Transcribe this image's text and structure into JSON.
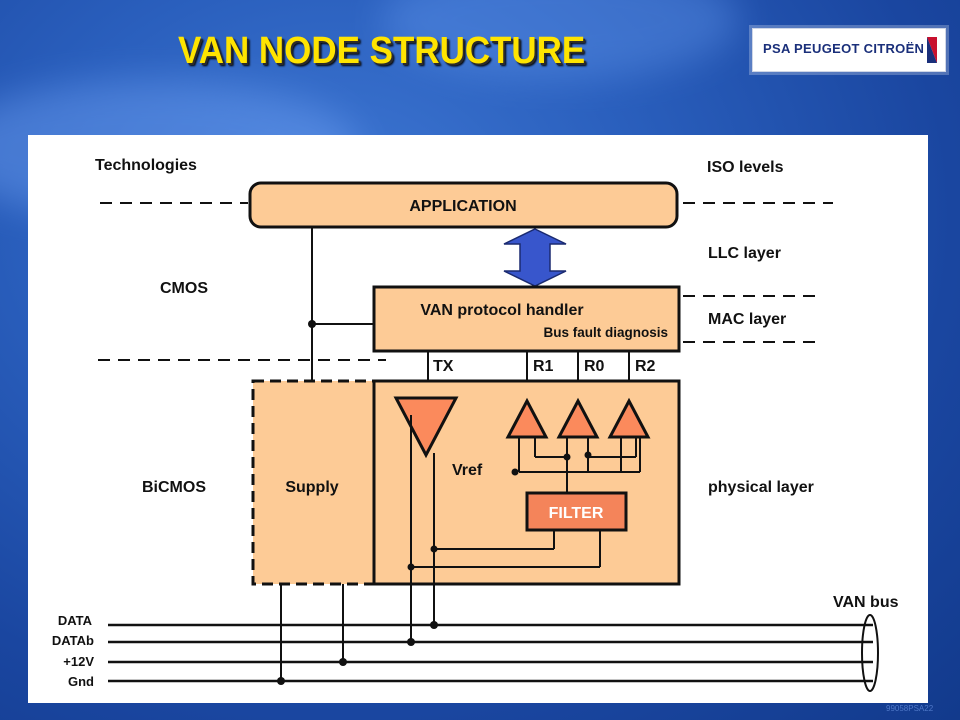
{
  "title": "VAN NODE STRUCTURE",
  "logo": {
    "text": "PSA PEUGEOT CITROËN"
  },
  "footer_code": "99058PSA22",
  "diagram": {
    "labels": {
      "technologies": "Technologies",
      "iso_levels": "ISO levels",
      "cmos": "CMOS",
      "bicmos": "BiCMOS",
      "llc_layer": "LLC layer",
      "mac_layer": "MAC layer",
      "physical_layer": "physical layer",
      "van_bus": "VAN bus"
    },
    "blocks": {
      "application": "APPLICATION",
      "protocol_handler": "VAN protocol handler",
      "bus_fault": "Bus fault diagnosis",
      "supply": "Supply",
      "filter": "FILTER",
      "vref": "Vref"
    },
    "pins": {
      "tx": "TX",
      "r1": "R1",
      "r0": "R0",
      "r2": "R2"
    },
    "bus_lines": [
      "DATA",
      "DATAb",
      "+12V",
      "Gnd"
    ]
  },
  "colors": {
    "block_fill": "#fdcb96",
    "triangle_fill": "#fb8a5c",
    "filter_fill": "#f4845a",
    "arrow_fill": "#3856cc",
    "title_color": "#ffe400"
  }
}
